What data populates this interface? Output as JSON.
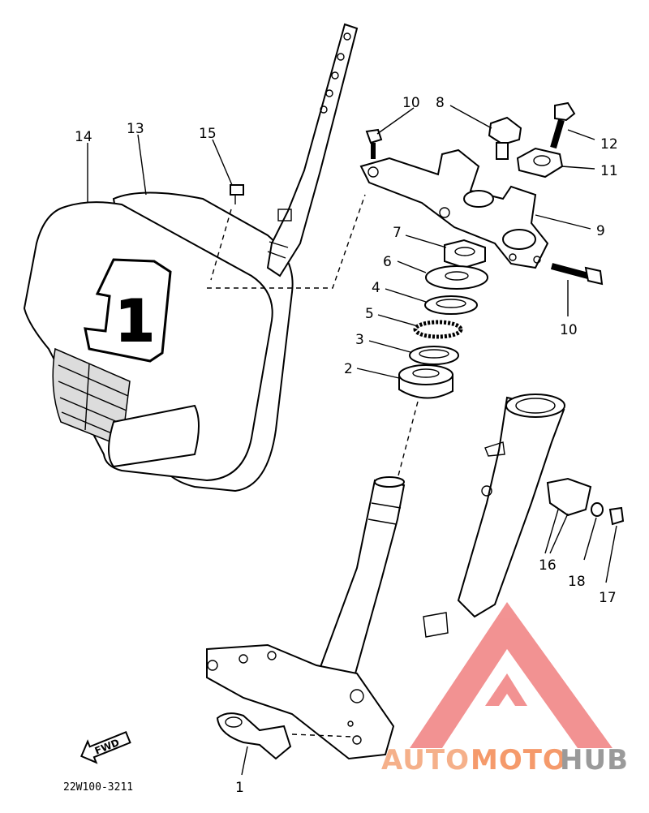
{
  "diagram": {
    "callouts": {
      "c1": "1",
      "c2": "2",
      "c3": "3",
      "c4": "4",
      "c5": "5",
      "c6": "6",
      "c7": "7",
      "c8": "8",
      "c9": "9",
      "c10a": "10",
      "c10b": "10",
      "c11": "11",
      "c12": "12",
      "c13": "13",
      "c14": "14",
      "c15": "15",
      "c16": "16",
      "c17": "17",
      "c18": "18"
    },
    "plate_number": "1",
    "fwd_label": "FWD",
    "drawing_code": "22W100-3211"
  },
  "watermark": {
    "text_auto": "AUTO",
    "text_moto": "MOTO",
    "text_hub": "HUB",
    "color_triangle": "#f08080",
    "color_auto": "#f5b08a",
    "color_moto": "#f59a6b",
    "color_hub": "#9a9a9a"
  }
}
